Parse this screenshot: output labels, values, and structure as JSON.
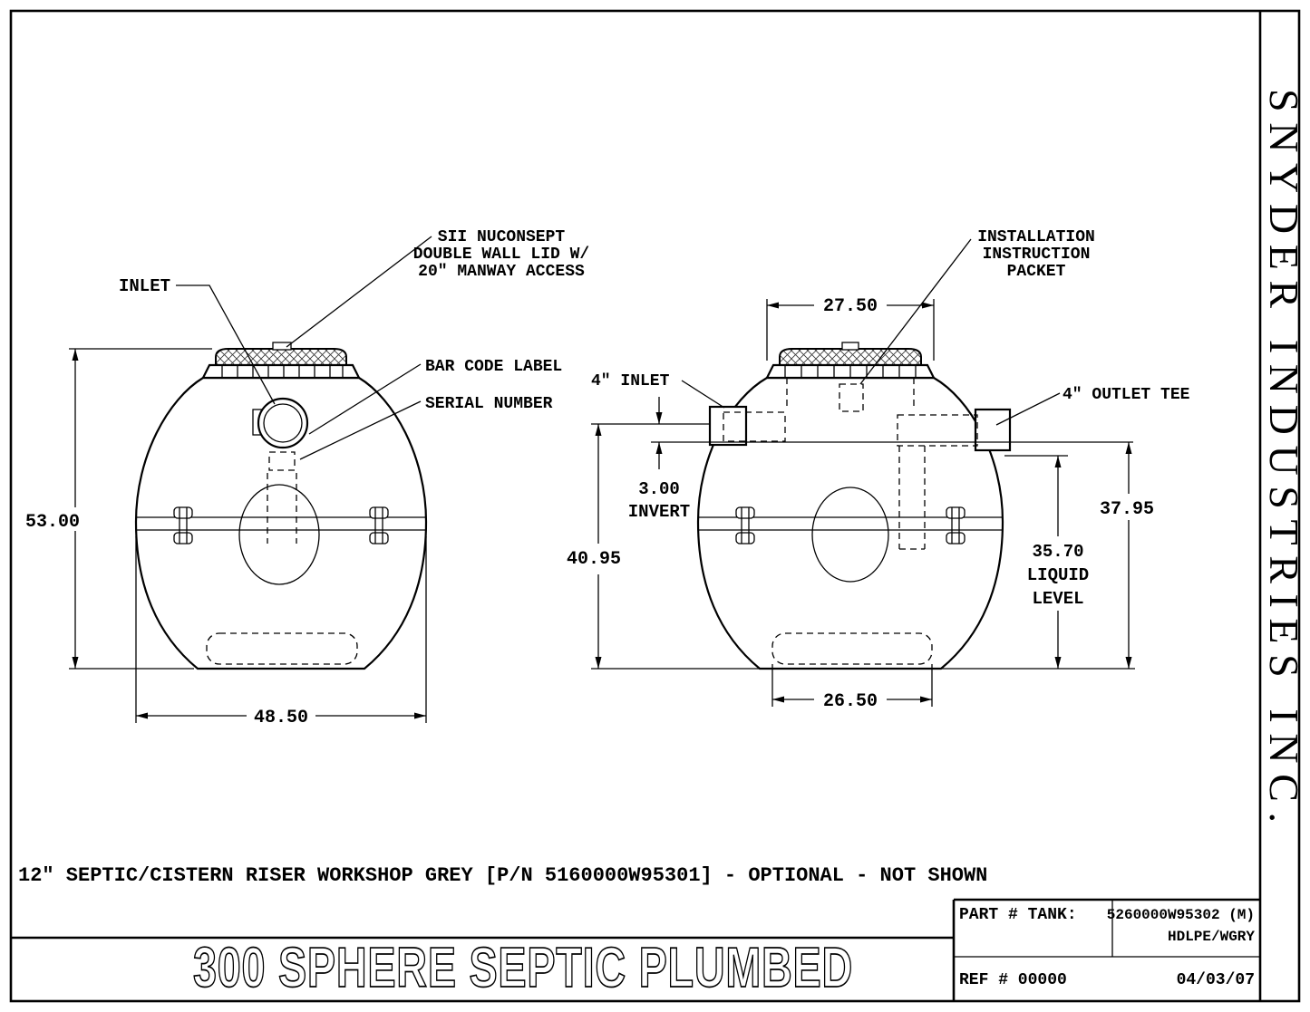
{
  "company": "SNYDER INDUSTRIES INC.",
  "note": "12\" SEPTIC/CISTERN RISER WORKSHOP GREY [P/N 5160000W95301] - OPTIONAL - NOT SHOWN",
  "title_block": {
    "drawing_title": "300 SPHERE SEPTIC PLUMBED",
    "part_label": "PART # TANK:",
    "part_number": "5260000W95302 (M)",
    "material": "HDLPE/WGRY",
    "ref": "REF # 00000",
    "date": "04/03/07"
  },
  "front_view": {
    "label_inlet": "INLET",
    "label_lid_1": "SII NUCONSEPT",
    "label_lid_2": "DOUBLE WALL LID W/",
    "label_lid_3": "20\" MANWAY ACCESS",
    "label_barcode": "BAR CODE LABEL",
    "label_serial": "SERIAL NUMBER",
    "dim_height": "53.00",
    "dim_width": "48.50"
  },
  "side_view": {
    "label_packet_1": "INSTALLATION",
    "label_packet_2": "INSTRUCTION",
    "label_packet_3": "PACKET",
    "label_inlet": "4\" INLET",
    "label_outlet": "4\" OUTLET TEE",
    "dim_lid_width": "27.50",
    "dim_invert_value": "3.00",
    "dim_invert_word": "INVERT",
    "dim_height_inlet": "40.95",
    "dim_height_outlet": "37.95",
    "dim_liquid_value": "35.70",
    "dim_liquid_word_1": "LIQUID",
    "dim_liquid_word_2": "LEVEL",
    "dim_base_width": "26.50"
  }
}
